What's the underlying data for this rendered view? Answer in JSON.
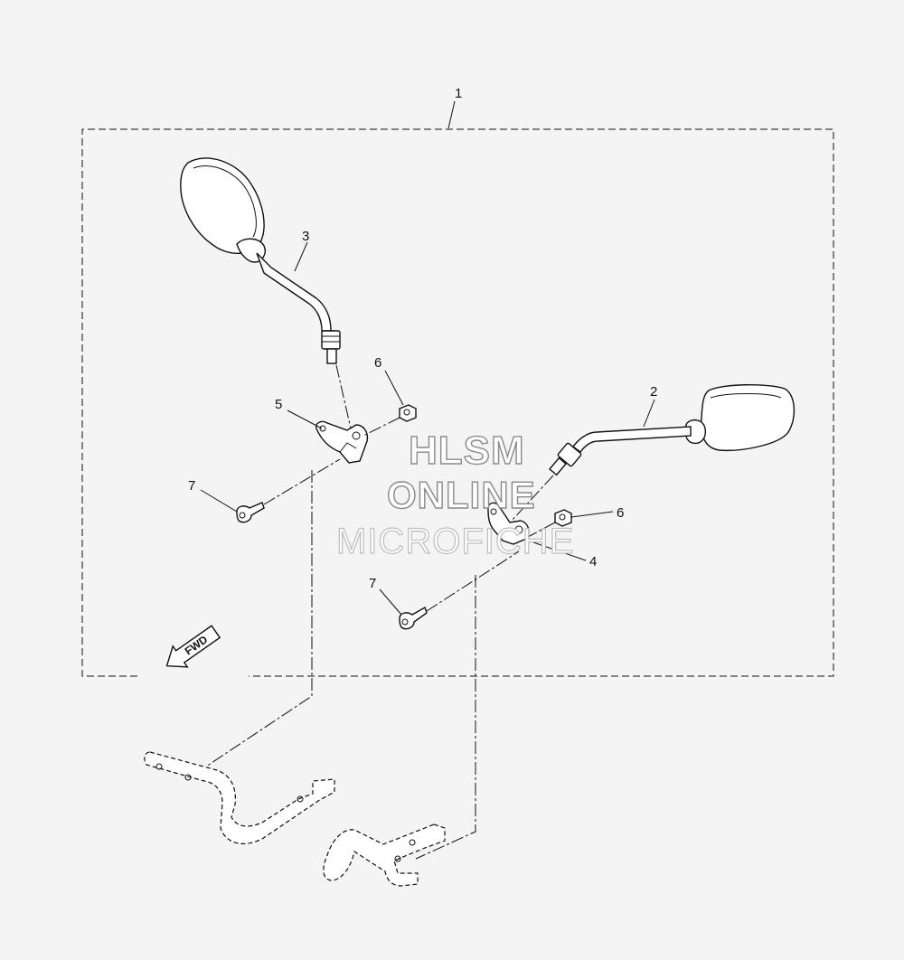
{
  "callouts": {
    "c1": "1",
    "c2": "2",
    "c3": "3",
    "c4": "4",
    "c5": "5",
    "c6_left": "6",
    "c6_right": "6",
    "c7_left": "7",
    "c7_right": "7"
  },
  "fwd_arrow": {
    "label": "FWD"
  },
  "watermark": {
    "line1": "HLSM",
    "line2": "ONLINE",
    "line3": "MICROFICHE"
  }
}
